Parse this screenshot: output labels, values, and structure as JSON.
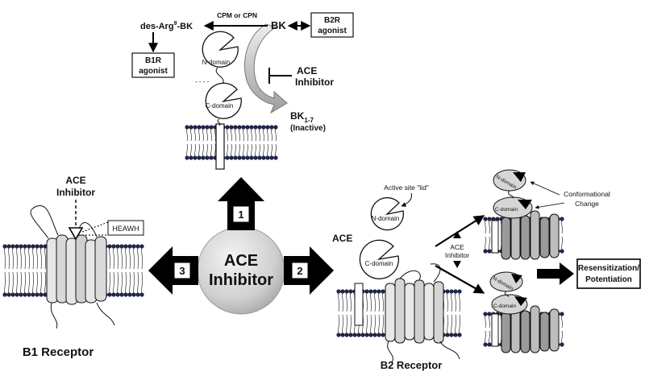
{
  "top": {
    "des_arg_bk": "des-Arg",
    "des_arg_sup": "9",
    "des_arg_suffix": "-BK",
    "cpm_cpn": "CPM or CPN",
    "bk": "BK",
    "b2r_agonist": [
      "B2R",
      "agonist"
    ],
    "b1r_agonist": [
      "B1R",
      "agonist"
    ],
    "n_domain": "N-domain",
    "c_domain": "C-domain",
    "ace_inhibitor": [
      "ACE",
      "Inhibitor"
    ],
    "bk17_main": "BK",
    "bk17_sub": "1-7",
    "inactive": "(Inactive)"
  },
  "center": {
    "line1": "ACE",
    "line2": "Inhibitor",
    "arrow1": "1",
    "arrow2": "2",
    "arrow3": "3"
  },
  "left": {
    "ace_inhibitor": [
      "ACE",
      "Inhibitor"
    ],
    "heawh": "HEAWH",
    "b1_receptor": "B1 Receptor"
  },
  "right": {
    "active_site_lid": "Active site \"lid\"",
    "ace": "ACE",
    "n_domain": "N-domain",
    "c_domain": "C-domain",
    "b2_receptor": "B2 Receptor",
    "ace_inhibitor": [
      "ACE",
      "Inhibitor"
    ],
    "conformational_change": [
      "Conformational",
      "Change"
    ],
    "resensitization": [
      "Resensitization/",
      "Potentiation"
    ],
    "upper_n": "N-domain",
    "upper_c": "C-domain",
    "lower_n": "N-domain",
    "lower_c": "C-domain"
  },
  "colors": {
    "lipid_head": "#1f2548",
    "cylinder_light": "#e6e6e6",
    "cylinder_dark": "#9a9a9a",
    "sphere": "#cfcfcf",
    "arrow": "#000000"
  }
}
